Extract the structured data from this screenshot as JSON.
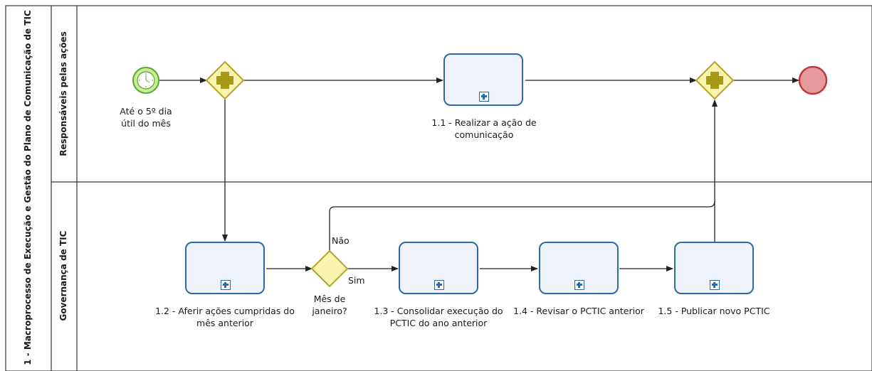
{
  "pool": {
    "title": "1 - Macroprocesso de Execução e Gestão do Plano de Comunicação de TIC"
  },
  "lanes": [
    {
      "label": "Responsáveis pelas ações"
    },
    {
      "label": "Governança de TIC"
    }
  ],
  "start_event": {
    "label_line1": "Até o 5º dia",
    "label_line2": "útil do mês",
    "icon": "timer-icon"
  },
  "tasks": {
    "t11": {
      "line1": "1.1 - Realizar a ação de",
      "line2": "comunicação"
    },
    "t12": {
      "line1": "1.2 - Aferir ações cumpridas do",
      "line2": "mês anterior"
    },
    "t13": {
      "line1": "1.3 - Consolidar execução do",
      "line2": "PCTIC do ano anterior"
    },
    "t14": {
      "line1": "1.4 - Revisar o PCTIC anterior"
    },
    "t15": {
      "line1": "1.5 - Publicar novo PCTIC"
    }
  },
  "gateway_decision": {
    "line1": "Mês de",
    "line2": "janeiro?",
    "no_label": "Não",
    "yes_label": "Sim"
  },
  "colors": {
    "task_border": "#2a6aa8",
    "task_fill": "#eef2fb",
    "gateway_fill": "#f8f4b0",
    "gateway_border": "#b6a42a",
    "start_fill": "#c9ec9a",
    "start_border": "#5aa62a",
    "end_fill": "#e79a9c",
    "end_border": "#c0393d"
  }
}
